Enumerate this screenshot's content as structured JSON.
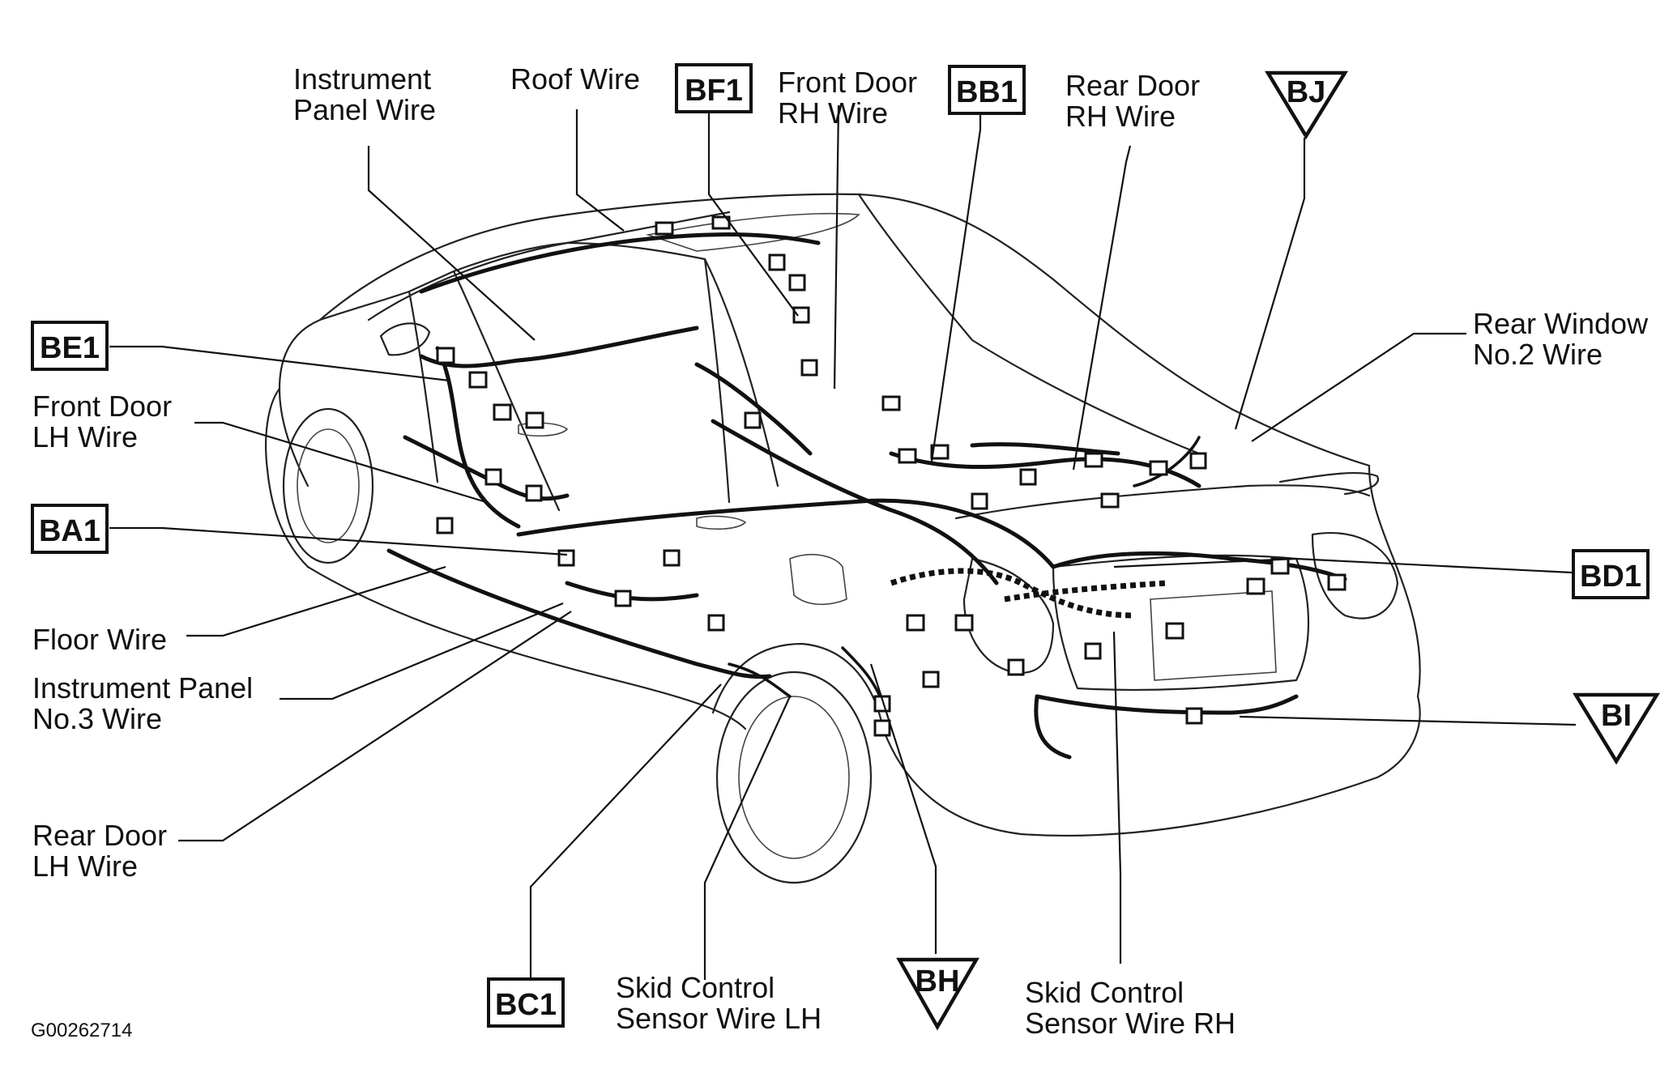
{
  "figure_id": "G00262714",
  "wire_labels": {
    "instrument_panel_wire": [
      "Instrument",
      "Panel Wire"
    ],
    "roof_wire": [
      "Roof Wire"
    ],
    "front_door_rh_wire": [
      "Front Door",
      "RH Wire"
    ],
    "rear_door_rh_wire": [
      "Rear Door",
      "RH Wire"
    ],
    "rear_window_no2_wire": [
      "Rear Window",
      "No.2 Wire"
    ],
    "front_door_lh_wire": [
      "Front Door",
      "LH Wire"
    ],
    "floor_wire": [
      "Floor Wire"
    ],
    "instrument_panel_no3_wire": [
      "Instrument Panel",
      "No.3 Wire"
    ],
    "rear_door_lh_wire": [
      "Rear Door",
      "LH Wire"
    ],
    "skid_control_sensor_wire_lh": [
      "Skid Control",
      "Sensor Wire LH"
    ],
    "skid_control_sensor_wire_rh": [
      "Skid Control",
      "Sensor Wire RH"
    ]
  },
  "connector_codes": {
    "bf1": "BF1",
    "bb1": "BB1",
    "be1": "BE1",
    "ba1": "BA1",
    "bd1": "BD1",
    "bc1": "BC1"
  },
  "ground_points": {
    "bj": "BJ",
    "bi": "BI",
    "bh": "BH"
  }
}
